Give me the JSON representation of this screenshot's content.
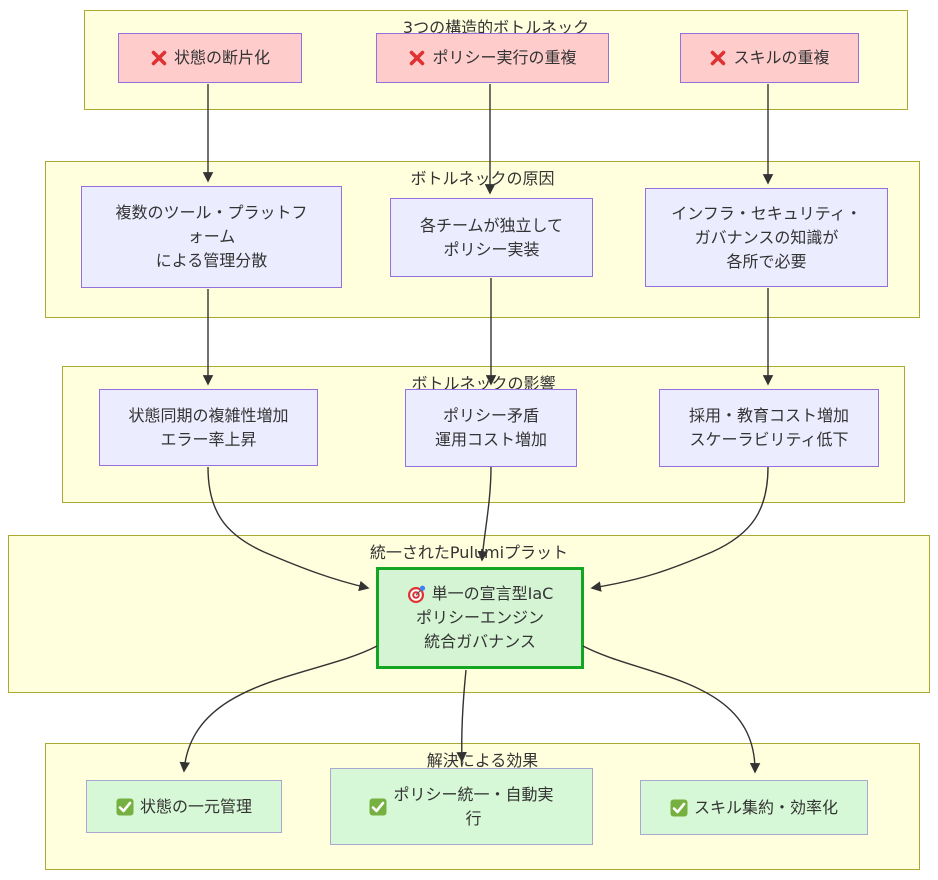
{
  "sections": [
    {
      "title": "3つの構造的ボトルネック"
    },
    {
      "title": "ボトルネックの原因"
    },
    {
      "title": "ボトルネックの影響"
    },
    {
      "title": "統一されたPulumiプラット"
    },
    {
      "title": "解決による効果"
    }
  ],
  "nodes": {
    "problem1": {
      "icon": "cross-mark-icon",
      "label": "状態の断片化"
    },
    "problem2": {
      "icon": "cross-mark-icon",
      "label": "ポリシー実行の重複"
    },
    "problem3": {
      "icon": "cross-mark-icon",
      "label": "スキルの重複"
    },
    "cause1": {
      "label": "複数のツール・プラットフ\nォーム\nによる管理分散"
    },
    "cause2": {
      "label": "各チームが独立して\nポリシー実装"
    },
    "cause3": {
      "label": "インフラ・セキュリティ・\nガバナンスの知識が\n各所で必要"
    },
    "impact1": {
      "label": "状態同期の複雑性増加\nエラー率上昇"
    },
    "impact2": {
      "label": "ポリシー矛盾\n運用コスト増加"
    },
    "impact3": {
      "label": "採用・教育コスト増加\nスケーラビリティ低下"
    },
    "solution": {
      "icon": "target-icon",
      "line1": "単一の宣言型IaC",
      "rest": "ポリシーエンジン\n統合ガバナンス"
    },
    "effect1": {
      "icon": "check-mark-icon",
      "label": "状態の一元管理"
    },
    "effect2": {
      "icon": "check-mark-icon",
      "label": "ポリシー統一・自動実\n行"
    },
    "effect3": {
      "icon": "check-mark-icon",
      "label": "スキル集約・効率化"
    }
  },
  "colors": {
    "cluster_fill": "#ffffde",
    "cluster_stroke": "#aaaa33",
    "default_node_fill": "#ececff",
    "default_node_stroke": "#9370db",
    "problem_node_fill": "#ffcccc",
    "solution_node_fill": "#d4f4d4",
    "solution_node_stroke": "#14a523",
    "effect_node_fill": "#d7f8d7",
    "effect_node_stroke": "#a8a8d0",
    "edge": "#333333",
    "cross_icon": "#e03131",
    "check_icon": "#76b041",
    "text": "#333333"
  }
}
